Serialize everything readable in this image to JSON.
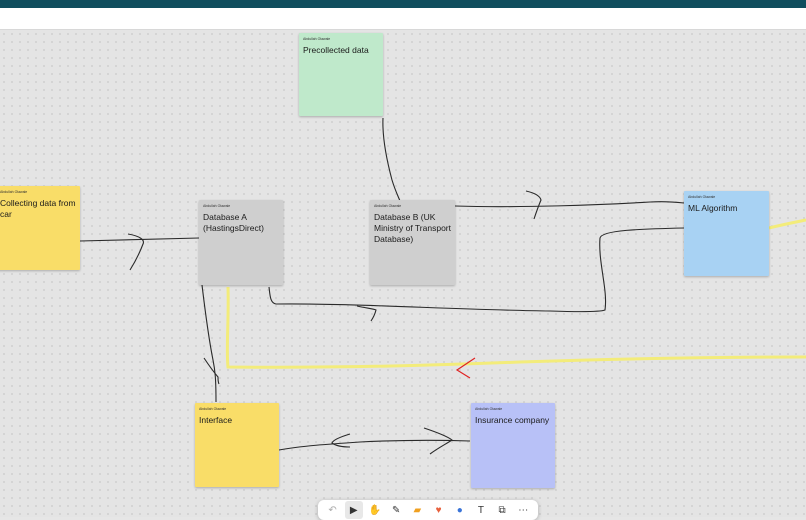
{
  "notes": {
    "precollected": {
      "author": "Abdullah Olawale",
      "text": "Precollected data",
      "color": "#bfe9cb"
    },
    "collecting": {
      "author": "Abdullah Olawale",
      "text": "Collecting data from car",
      "color": "#f9dd68"
    },
    "database_a": {
      "author": "Abdullah Olawale",
      "text": "Database A (HastingsDirect)",
      "color": "#cfcfcf"
    },
    "database_b": {
      "author": "Abdullah Olawale",
      "text": "Database B (UK Ministry of Transport Database)",
      "color": "#cfcfcf"
    },
    "ml_algorithm": {
      "author": "Abdullah Olawale",
      "text": "ML Algorithm",
      "color": "#a8d2f3"
    },
    "interface": {
      "author": "Abdullah Olawale",
      "text": "Interface",
      "color": "#f9dd68"
    },
    "insurance": {
      "author": "Abdullah Olawale",
      "text": "Insurance company",
      "color": "#b8c1f7"
    }
  },
  "toolbar": {
    "tools": [
      {
        "name": "undo-icon",
        "glyph": "↶"
      },
      {
        "name": "select-icon",
        "glyph": "▶"
      },
      {
        "name": "hand-icon",
        "glyph": "✋"
      },
      {
        "name": "pen-icon",
        "glyph": "✎"
      },
      {
        "name": "sticky-note-icon",
        "glyph": "▰"
      },
      {
        "name": "reaction-icon",
        "glyph": "♥"
      },
      {
        "name": "shape-icon",
        "glyph": "●"
      },
      {
        "name": "text-icon",
        "glyph": "T"
      },
      {
        "name": "shapes-icon",
        "glyph": "⧉"
      },
      {
        "name": "more-icon",
        "glyph": "⋯"
      }
    ]
  },
  "colors": {
    "topbar": "#104e5e",
    "connector": "#2a2a2a",
    "highlight": "#f3ec7a",
    "arrow_red": "#e02424"
  }
}
